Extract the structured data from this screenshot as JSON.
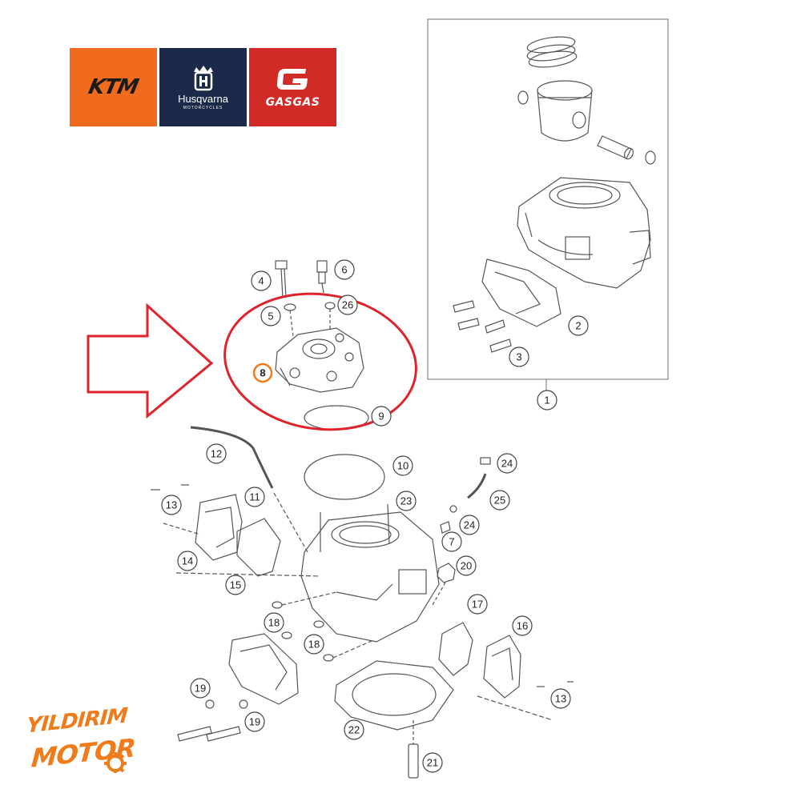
{
  "brands": {
    "ktm": "KTM",
    "husqvarna": "Husqvarna",
    "husqvarna_sub": "MOTORCYCLES",
    "gasgas": "GASGAS"
  },
  "watermark": {
    "line1": "YILDIRIM",
    "line2": "MOTOR"
  },
  "callouts": {
    "c1": "1",
    "c2": "2",
    "c3": "3",
    "c4": "4",
    "c5": "5",
    "c6": "6",
    "c7": "7",
    "c8": "8",
    "c9": "9",
    "c10": "10",
    "c11": "11",
    "c12": "12",
    "c13a": "13",
    "c13b": "13",
    "c14": "14",
    "c15": "15",
    "c16": "16",
    "c17": "17",
    "c18a": "18",
    "c18b": "18",
    "c19a": "19",
    "c19b": "19",
    "c20": "20",
    "c21": "21",
    "c22": "22",
    "c23": "23",
    "c24a": "24",
    "c24b": "24",
    "c25": "25",
    "c26": "26"
  },
  "highlight": {
    "part": "8",
    "color": "#f07b1a",
    "ring_color": "#e0232b"
  }
}
